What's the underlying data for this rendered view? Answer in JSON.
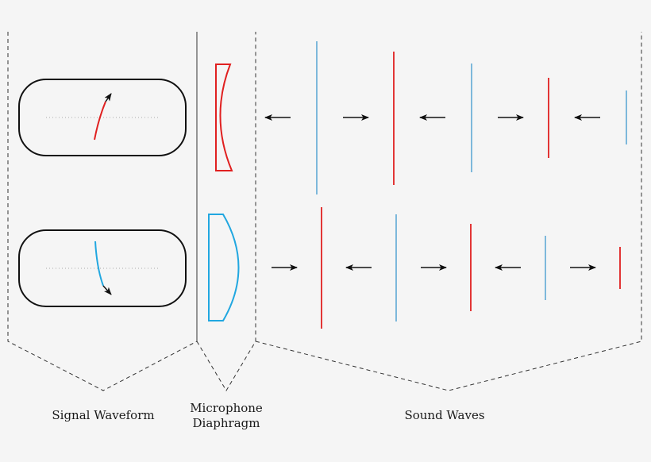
{
  "labels": {
    "signal_waveform": "Signal Waveform",
    "microphone_line1": "Microphone",
    "microphone_line2": "Diaphragm",
    "sound_waves": "Sound Waves"
  },
  "colors": {
    "red": "#e02020",
    "blue": "#4a9fd0",
    "blue_bright": "#21a7e0",
    "black": "#111111",
    "dash": "#333333",
    "divider": "#555555",
    "dotted": "#aaaaaa"
  },
  "rows": [
    {
      "id": "top",
      "diaphragm_color": "red",
      "waveform_color": "red",
      "waveform_direction": "up",
      "arrows": [
        "left",
        "right",
        "left",
        "right",
        "left"
      ],
      "waves": [
        "blue",
        "red",
        "blue",
        "red",
        "blue"
      ]
    },
    {
      "id": "bottom",
      "diaphragm_color": "blue",
      "waveform_color": "blue",
      "waveform_direction": "down",
      "arrows": [
        "right",
        "left",
        "right",
        "left",
        "right"
      ],
      "waves": [
        "red",
        "blue",
        "red",
        "blue",
        "red"
      ]
    }
  ]
}
